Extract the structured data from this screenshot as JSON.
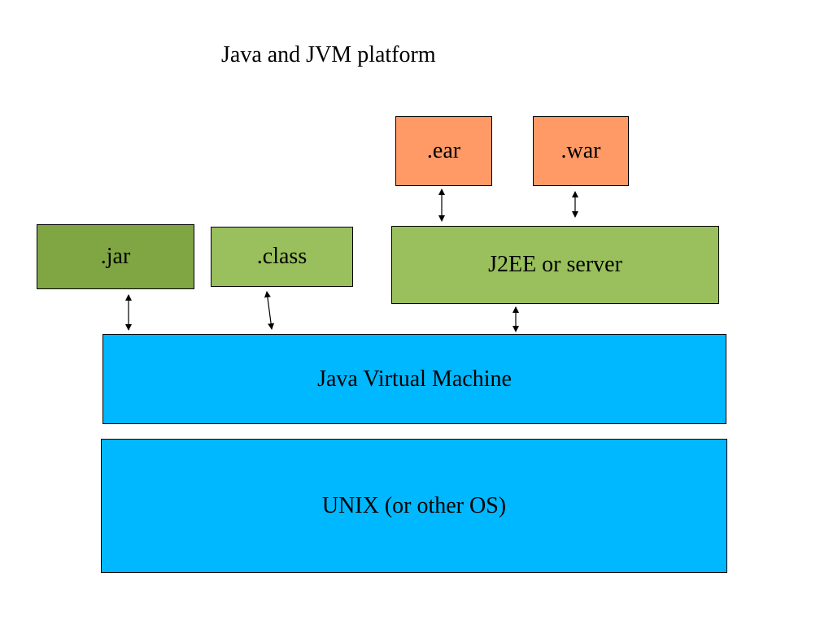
{
  "diagram": {
    "title": "Java and JVM platform",
    "nodes": {
      "ear": {
        "label": ".ear",
        "color": "#ff9966"
      },
      "war": {
        "label": ".war",
        "color": "#ff9966"
      },
      "jar": {
        "label": ".jar",
        "color": "#7fa642"
      },
      "class": {
        "label": ".class",
        "color": "#99c05c"
      },
      "j2ee": {
        "label": "J2EE or server",
        "color": "#99c05c"
      },
      "jvm": {
        "label": "Java Virtual Machine",
        "color": "#00b8ff"
      },
      "os": {
        "label": "UNIX (or other OS)",
        "color": "#00b8ff"
      }
    },
    "edges": [
      {
        "from": "ear",
        "to": "j2ee",
        "direction": "both"
      },
      {
        "from": "war",
        "to": "j2ee",
        "direction": "both"
      },
      {
        "from": "jar",
        "to": "jvm",
        "direction": "both"
      },
      {
        "from": "class",
        "to": "jvm",
        "direction": "both"
      },
      {
        "from": "j2ee",
        "to": "jvm",
        "direction": "both"
      }
    ]
  }
}
